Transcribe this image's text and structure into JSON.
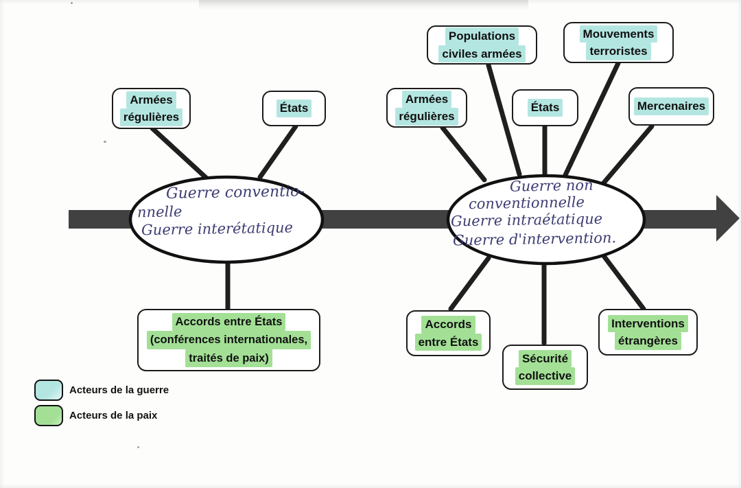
{
  "colors": {
    "war_highlight": "#b4e6e1",
    "peace_highlight": "#a3e096",
    "ink": "#3d3d73",
    "timeline_arrow": "#414141",
    "connector": "#1f1f1f"
  },
  "center_nodes": {
    "left": {
      "lines": [
        "Guerre conventio-",
        "nnelle",
        "Guerre interétatique"
      ]
    },
    "right": {
      "lines": [
        "Guerre non",
        "conventionnelle",
        "Guerre intraétatique",
        "Guerre d'intervention."
      ]
    }
  },
  "boxes": {
    "left_armees_regulieres": {
      "lines": [
        "Armées",
        "régulières"
      ],
      "role": "war"
    },
    "left_etats": {
      "lines": [
        "États"
      ],
      "role": "war"
    },
    "left_accords": {
      "lines": [
        "Accords entre États",
        "(conférences internationales,",
        "traités de paix)"
      ],
      "role": "peace"
    },
    "right_armees_regulieres": {
      "lines": [
        "Armées",
        "régulières"
      ],
      "role": "war"
    },
    "right_populations": {
      "lines": [
        "Populations",
        "civiles armées"
      ],
      "role": "war"
    },
    "right_mouvements": {
      "lines": [
        "Mouvements",
        "terroristes"
      ],
      "role": "war"
    },
    "right_etats": {
      "lines": [
        "États"
      ],
      "role": "war"
    },
    "right_mercenaires": {
      "lines": [
        "Mercenaires"
      ],
      "role": "war"
    },
    "right_accords": {
      "lines": [
        "Accords",
        "entre États"
      ],
      "role": "peace"
    },
    "right_securite": {
      "lines": [
        "Sécurité",
        "collective"
      ],
      "role": "peace"
    },
    "right_interventions": {
      "lines": [
        "Interventions",
        "étrangères"
      ],
      "role": "peace"
    }
  },
  "legend": {
    "items": [
      {
        "label": "Acteurs de la guerre",
        "color": "#b4e6e1"
      },
      {
        "label": "Acteurs de la paix",
        "color": "#a3e096"
      }
    ]
  }
}
